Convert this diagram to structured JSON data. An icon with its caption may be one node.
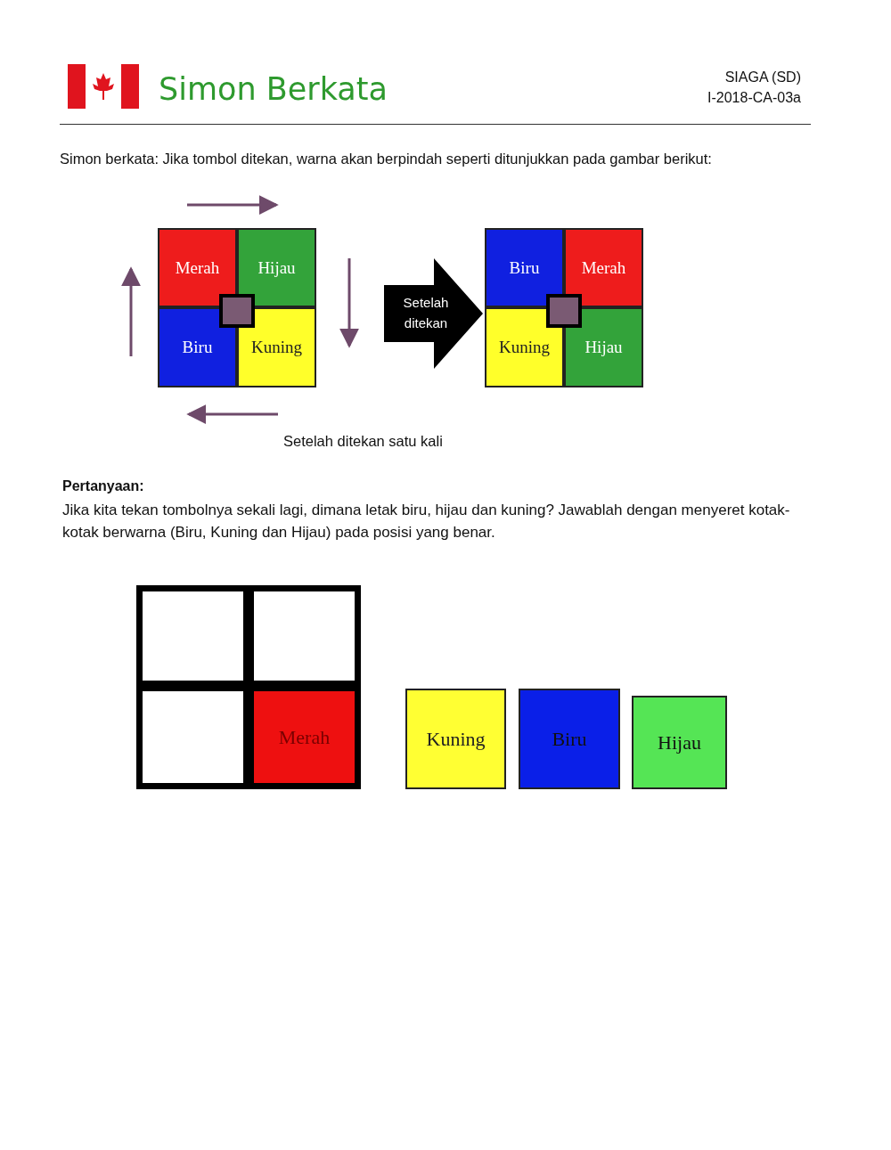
{
  "diagram": {
    "title": "Simon Berkata",
    "nodes": [
      {
        "text": [
          "Merah"
        ]
      },
      {
        "text": [
          "Hijau"
        ]
      },
      {
        "text": [
          "Biru"
        ]
      },
      {
        "text": [
          "Kuning"
        ]
      },
      {
        "text": [
          "Setelah ditekan"
        ]
      },
      {
        "text": [
          "Biru"
        ]
      },
      {
        "text": [
          "Merah"
        ]
      },
      {
        "text": [
          "Kuning"
        ]
      },
      {
        "text": [
          "Hijau"
        ]
      },
      {
        "text": [],
        "shape": "box"
      },
      {
        "text": [],
        "shape": "box"
      },
      {
        "text": [],
        "shape": "box"
      },
      {
        "text": [
          "Merah"
        ]
      },
      {
        "text": [
          "Kuning"
        ]
      },
      {
        "text": [
          "Biru"
        ]
      },
      {
        "text": [
          "Hijau"
        ]
      }
    ],
    "labels": [
      "SIAGA (SD)",
      "I-2018-CA-03a",
      "Simon berkata: Jika tombol ditekan, warna akan berpindah seperti ditunjukkan pada gambar berikut:",
      "Setelah ditekan satu kali",
      "Pertanyaan:",
      "Jika kita tekan tombolnya sekali lagi, dimana letak biru, hijau dan kuning? Jawablah dengan menyeret kotak-kotak berwarna (Biru, Kuning dan Hijau) pada posisi yang benar."
    ]
  }
}
